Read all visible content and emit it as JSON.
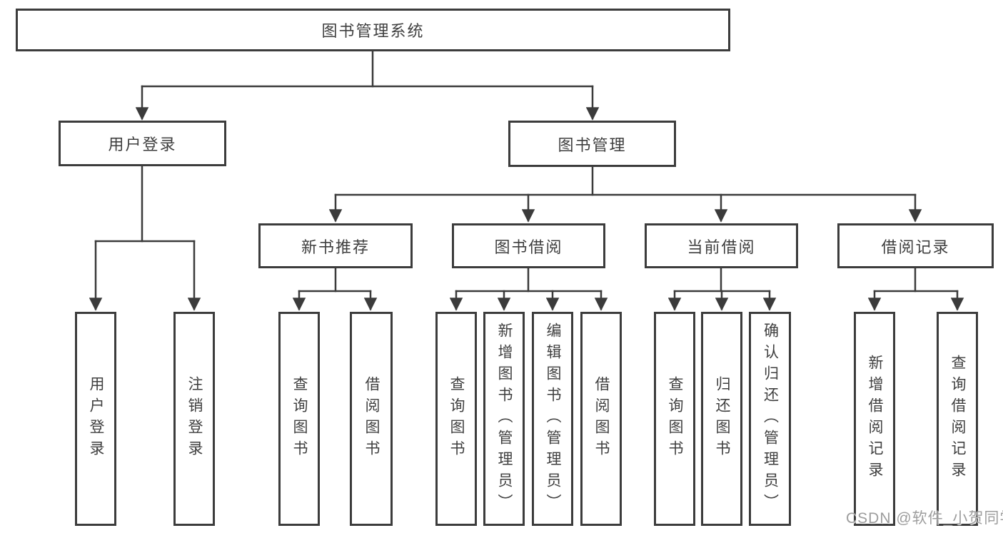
{
  "diagram": {
    "type": "hierarchy-tree",
    "background": "#ffffff",
    "line_color": "#3b3b3b",
    "border_color": "#3c3c3c",
    "text_color": "#3f3f3f",
    "watermark": {
      "text": "CSDN @软件_小贺同学",
      "color": "#9d9d9d"
    },
    "nodes": {
      "root": {
        "label": "图书管理系统",
        "children": [
          "user_login",
          "book_mgmt"
        ]
      },
      "user_login": {
        "label": "用户登录",
        "children": [
          "leaf_user_login",
          "leaf_logout"
        ]
      },
      "book_mgmt": {
        "label": "图书管理",
        "children": [
          "new_book_rec",
          "book_borrow",
          "current_borrow",
          "borrow_record"
        ]
      },
      "new_book_rec": {
        "label": "新书推荐",
        "children": [
          "rec_query_book",
          "rec_borrow_book"
        ]
      },
      "book_borrow": {
        "label": "图书借阅",
        "children": [
          "bor_query_book",
          "bor_add_book",
          "bor_edit_book",
          "bor_borrow_book"
        ]
      },
      "current_borrow": {
        "label": "当前借阅",
        "children": [
          "cur_query_book",
          "cur_return_book",
          "cur_confirm_return"
        ]
      },
      "borrow_record": {
        "label": "借阅记录",
        "children": [
          "recd_add_record",
          "recd_query_record"
        ]
      },
      "leaf_user_login": {
        "label": "用户登录"
      },
      "leaf_logout": {
        "label": "注销登录"
      },
      "rec_query_book": {
        "label": "查询图书"
      },
      "rec_borrow_book": {
        "label": "借阅图书"
      },
      "bor_query_book": {
        "label": "查询图书"
      },
      "bor_add_book": {
        "label": "新增图书（管理员）"
      },
      "bor_edit_book": {
        "label": "编辑图书（管理员）"
      },
      "bor_borrow_book": {
        "label": "借阅图书"
      },
      "cur_query_book": {
        "label": "查询图书"
      },
      "cur_return_book": {
        "label": "归还图书"
      },
      "cur_confirm_return": {
        "label": "确认归还（管理员）"
      },
      "recd_add_record": {
        "label": "新增借阅记录"
      },
      "recd_query_record": {
        "label": "查询借阅记录"
      }
    }
  }
}
